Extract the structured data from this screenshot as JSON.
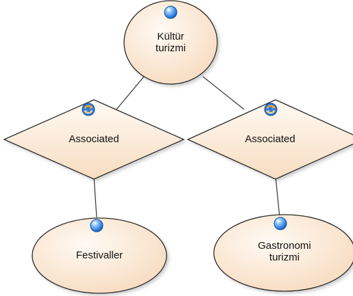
{
  "diagram": {
    "colors": {
      "fill_light": "#fffaf4",
      "fill_dark": "#f7dcc0",
      "stroke": "#2b2b2b",
      "connector": "#333333",
      "entity_icon": "#2a7de1",
      "relation_icon_a": "#e8961c",
      "relation_icon_b": "#2a7de1"
    },
    "nodes": {
      "root": {
        "label": "Kültür\nturizmi",
        "icon": "blue-sphere-icon"
      },
      "relation_left": {
        "label": "Associated",
        "icon": "association-cycle-icon"
      },
      "relation_right": {
        "label": "Associated",
        "icon": "association-cycle-icon"
      },
      "child_left": {
        "label": "Festivaller",
        "icon": "blue-sphere-icon"
      },
      "child_right": {
        "label": "Gastronomi\nturizmi",
        "icon": "blue-sphere-icon"
      }
    }
  }
}
